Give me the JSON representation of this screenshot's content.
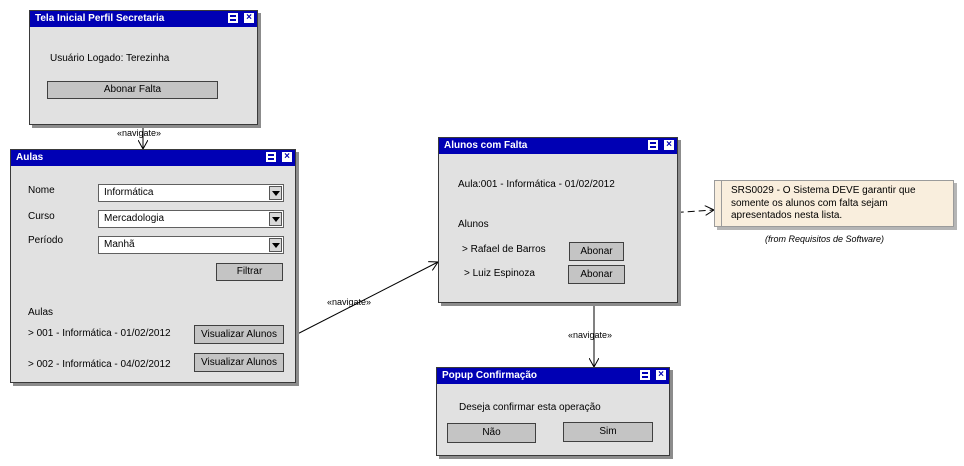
{
  "windows": {
    "tela_inicial": {
      "title": "Tela Inicial Perfil Secretaria",
      "user_label": "Usuário Logado: Terezinha",
      "abonar_button": "Abonar Falta"
    },
    "aulas": {
      "title": "Aulas",
      "nome_label": "Nome",
      "nome_value": "Informática",
      "curso_label": "Curso",
      "curso_value": "Mercadologia",
      "periodo_label": "Período",
      "periodo_value": "Manhã",
      "filtrar_button": "Filtrar",
      "aulas_label": "Aulas",
      "items": [
        {
          "label": "> 001 - Informática - 01/02/2012",
          "button": "Visualizar Alunos"
        },
        {
          "label": "> 002 - Informática - 04/02/2012",
          "button": "Visualizar Alunos"
        }
      ]
    },
    "alunos": {
      "title": "Alunos com Falta",
      "aula_label": "Aula:001 - Informática - 01/02/2012",
      "alunos_label": "Alunos",
      "items": [
        {
          "label": "> Rafael de Barros",
          "button": "Abonar"
        },
        {
          "label": "> Luiz Espinoza",
          "button": "Abonar"
        }
      ]
    },
    "popup": {
      "title": "Popup Confirmação",
      "message": "Deseja confirmar esta operação",
      "no_button": "Não",
      "yes_button": "Sim"
    }
  },
  "note": {
    "text": "SRS0029 - O Sistema DEVE garantir que somente os alunos com falta sejam apresentados nesta lista.",
    "from": "(from Requisitos de Software)"
  },
  "links": {
    "navigate_1": "«navigate»",
    "navigate_2": "«navigate»",
    "navigate_3": "«navigate»"
  },
  "colors": {
    "titlebar": "#0000b4",
    "window_bg": "#e1e1e1",
    "note_bg": "#f9eedd"
  }
}
